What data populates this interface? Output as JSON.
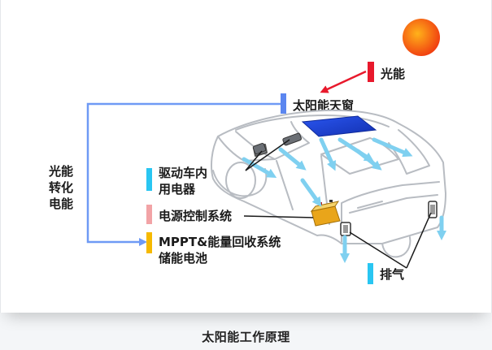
{
  "diagram": {
    "labels": {
      "light_energy": "光能",
      "solar_sunroof": "太阳能天窗",
      "conversion_line1": "光能",
      "conversion_line2": "转化",
      "conversion_line3": "电能",
      "drive_line1": "驱动车内",
      "drive_line2": "用电器",
      "power_control": "电源控制系统",
      "mppt_line1": "MPPT&能量回收系统",
      "mppt_line2": "储能电池",
      "exhaust": "排气"
    },
    "colors": {
      "sun_center": "#ffb21a",
      "sun_edge": "#f03a10",
      "light_marker": "#e8192c",
      "arrow_red": "#e8192c",
      "sunroof_marker": "#5b86f0",
      "conversion_line": "#6f9af5",
      "drive_marker": "#29c6f2",
      "power_marker": "#f2a3a6",
      "mppt_marker": "#f6b900",
      "exhaust_marker": "#29c6f2",
      "sunroof_panel": "#1b3ed8",
      "airflow": "#7fd0f0",
      "car_outline": "#b8bcc2"
    },
    "icons": [
      "sun-icon",
      "car-illustration",
      "battery-icon",
      "airflow-arrows"
    ]
  },
  "caption": "太阳能工作原理"
}
